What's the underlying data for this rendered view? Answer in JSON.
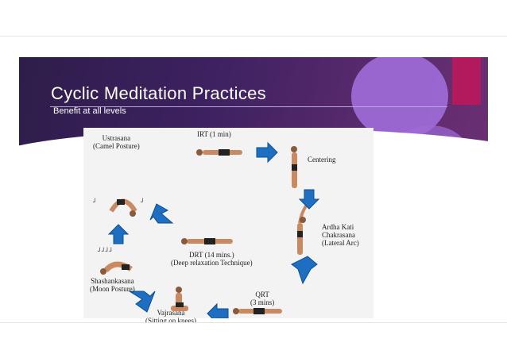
{
  "slide": {
    "title": "Cyclic Meditation Practices",
    "subtitle": "Benefit at all levels"
  },
  "diagram": {
    "steps": [
      {
        "name": "IRT (1 min)"
      },
      {
        "name": "Centering"
      },
      {
        "name": "Ardha Kati",
        "line2": "Chakrasana",
        "line3": "(Lateral Arc)"
      },
      {
        "name": "QRT",
        "line2": "(3 mins)"
      },
      {
        "name": "Vajrasana",
        "line2": "(Sitting on knees)"
      },
      {
        "name": "Shashankasana",
        "line2": "(Moon Posture)"
      },
      {
        "name": "Ustrasana",
        "line2": "(Camel Posture)"
      },
      {
        "name": "DRT (14 mins.)",
        "line2": "(Deep relaxation Technique)"
      }
    ]
  },
  "colors": {
    "banner": "#3d2160",
    "circle": "#9e6bd8",
    "accent": "#b3195d",
    "arrow": "#1e6fc2"
  }
}
